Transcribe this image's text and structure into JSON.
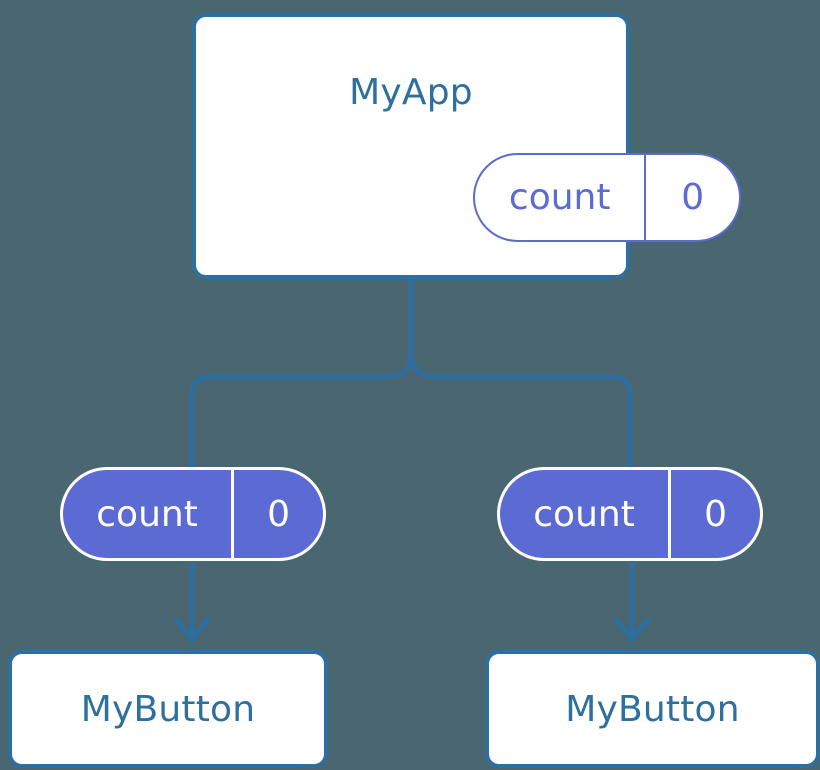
{
  "diagram": {
    "title": "React context / state propagation tree",
    "colors": {
      "background": "#4a6671",
      "component_border": "#2d6f9e",
      "component_text": "#2d6f9e",
      "component_fill": "#ffffff",
      "state_accent": "#5c6bd4",
      "state_text_on_fill": "#ffffff",
      "edge": "#2d6f9e"
    },
    "root": {
      "label": "MyApp",
      "state": {
        "key": "count",
        "value": "0"
      }
    },
    "consumers": [
      {
        "state": {
          "key": "count",
          "value": "0"
        },
        "component": {
          "label": "MyButton"
        }
      },
      {
        "state": {
          "key": "count",
          "value": "0"
        },
        "component": {
          "label": "MyButton"
        }
      }
    ]
  }
}
